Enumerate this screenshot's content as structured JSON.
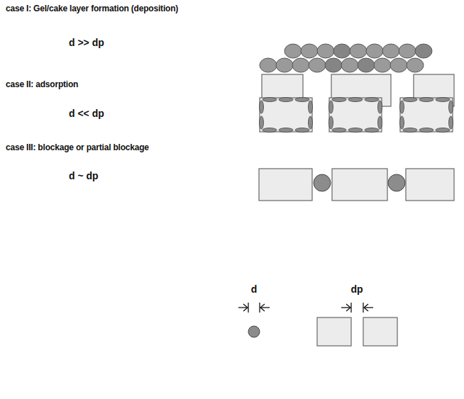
{
  "diagram": {
    "labels": [
      "case I: Gel/cake layer formation (deposition)",
      "d >> dp",
      "case II: adsorption",
      "d << dp",
      "case III: blockage or partial blockage",
      "d ~ dp",
      "d",
      "dp"
    ]
  }
}
